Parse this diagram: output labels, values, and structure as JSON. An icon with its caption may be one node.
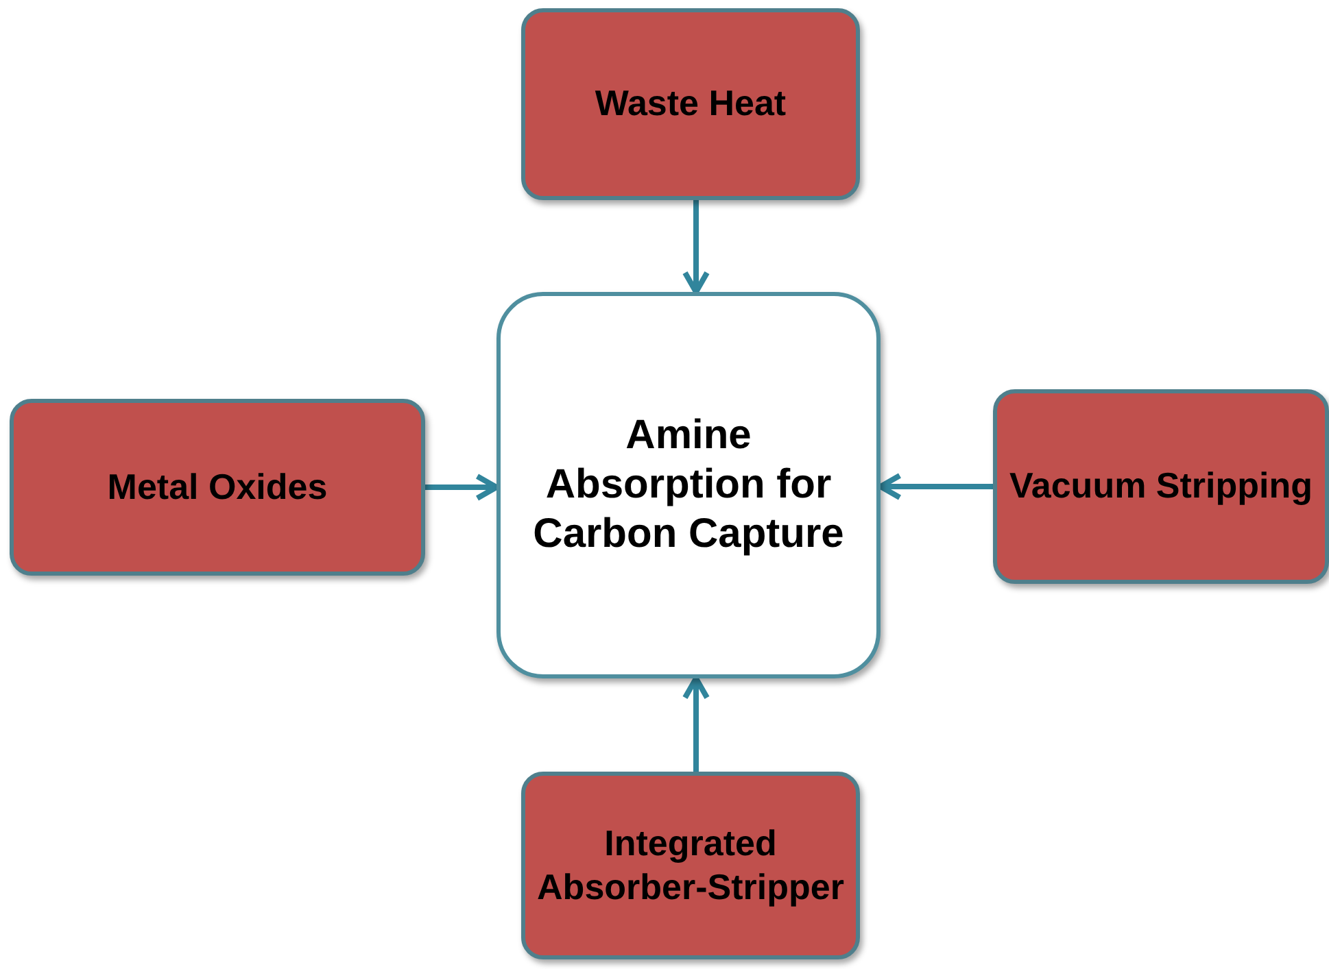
{
  "diagram": {
    "nodes": [
      {
        "text": [
          "Waste Heat"
        ]
      },
      {
        "text": [
          "Metal Oxides"
        ]
      },
      {
        "text": [
          "Amine Absorption for Carbon Capture"
        ]
      },
      {
        "text": [
          "Vacuum Stripping"
        ]
      },
      {
        "text": [
          "Integrated Absorber-Stripper"
        ]
      }
    ],
    "edges": [
      {
        "from": 0,
        "to": 2,
        "arrow": "to"
      },
      {
        "from": 1,
        "to": 2,
        "arrow": "to"
      },
      {
        "from": 3,
        "to": 2,
        "arrow": "to"
      },
      {
        "from": 4,
        "to": 2,
        "arrow": "to"
      }
    ]
  }
}
